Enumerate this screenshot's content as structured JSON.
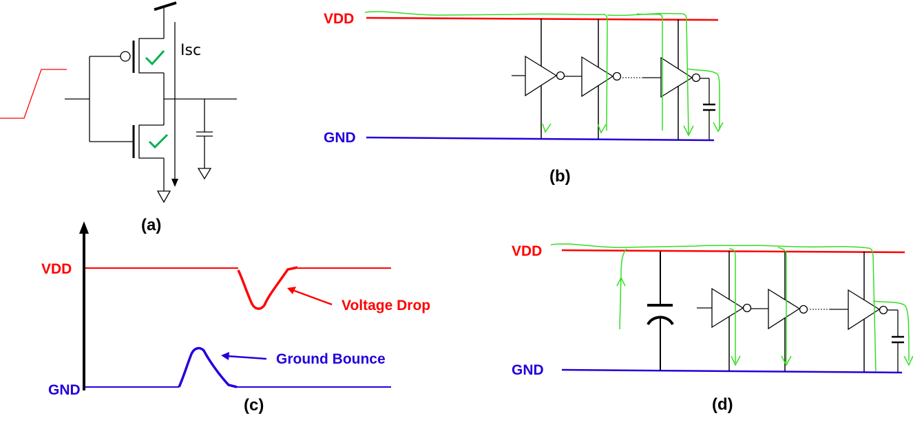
{
  "colors": {
    "vdd": "#ff0000",
    "gnd": "#2200dd",
    "current_path": "#33dd22",
    "checkmark": "#00b050",
    "wire": "#000000"
  },
  "panel_a": {
    "caption": "(a)",
    "current_label": "Isc",
    "input_waveform": "rising-edge"
  },
  "panel_b": {
    "caption": "(b)",
    "vdd_label": "VDD",
    "gnd_label": "GND",
    "inverter_count_shown": 3
  },
  "panel_c": {
    "caption": "(c)",
    "vdd_label": "VDD",
    "gnd_label": "GND",
    "voltage_drop_label": "Voltage Drop",
    "ground_bounce_label": "Ground Bounce"
  },
  "panel_d": {
    "caption": "(d)",
    "vdd_label": "VDD",
    "gnd_label": "GND",
    "inverter_count_shown": 3,
    "decap": "decoupling-capacitor"
  }
}
